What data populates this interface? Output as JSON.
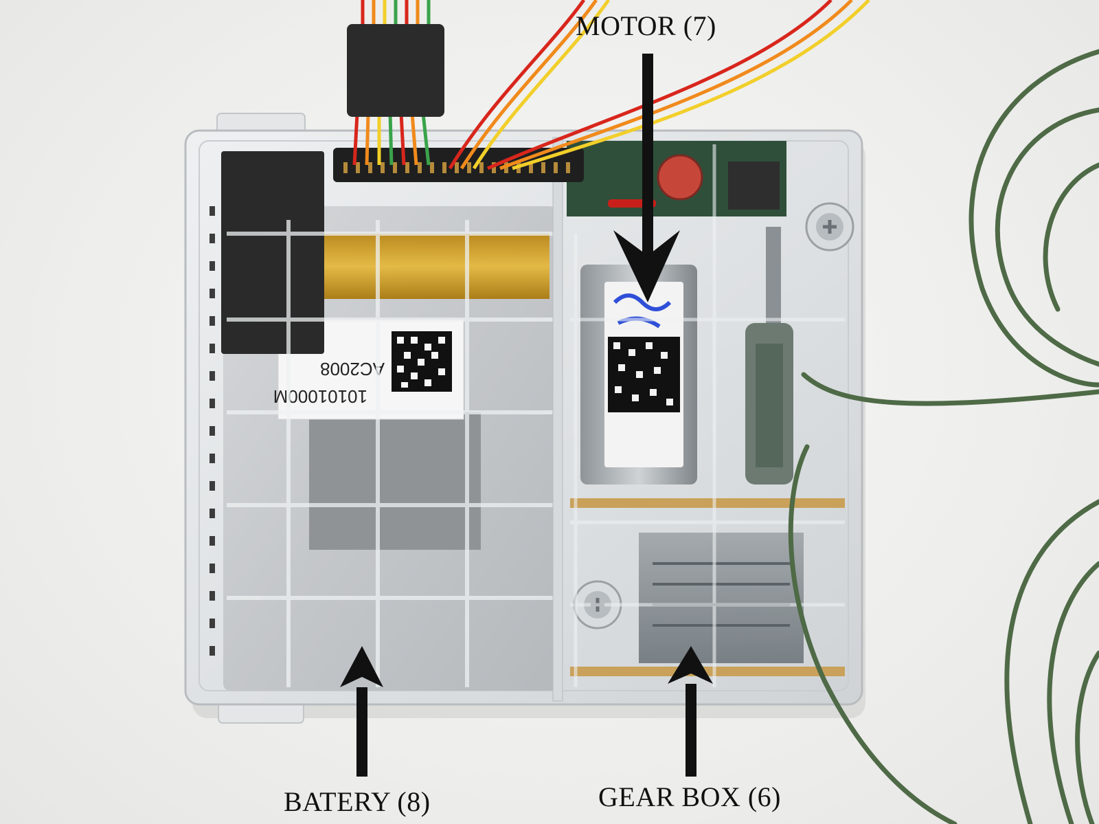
{
  "callouts": {
    "motor": "MOTOR (7)",
    "battery": "BATERY (8)",
    "gearbox": "GEAR BOX (6)"
  },
  "sticker_text": {
    "line1": "10101000M",
    "line2": "AC2008"
  },
  "colors": {
    "background": "#f1f1ef",
    "arrow": "#111111",
    "foam": "#2a2a2a",
    "kapton": "#d7a21b",
    "cord": "#4e6a46",
    "wire_red": "#d8261c",
    "wire_orange": "#f08a1c",
    "wire_yellow": "#f2cf2a",
    "wire_green": "#3aa34a"
  }
}
